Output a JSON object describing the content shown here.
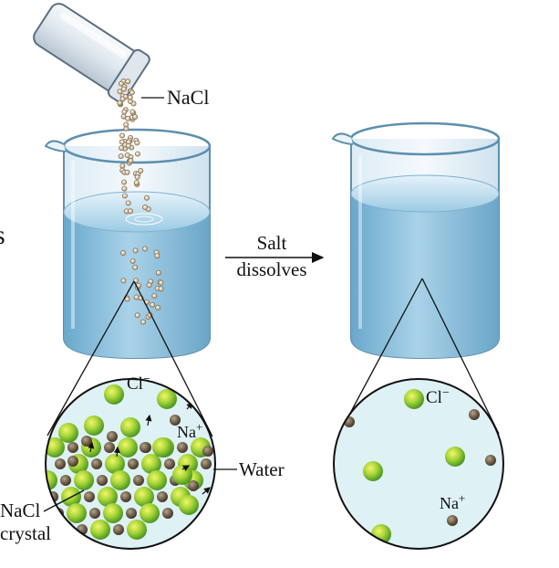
{
  "labels": {
    "nacl_top": "NaCl",
    "arrow_line1": "Salt",
    "arrow_line2": "dissolves",
    "left_chloride": "Cl",
    "left_chloride_charge": "−",
    "left_sodium": "Na",
    "left_sodium_charge": "+",
    "water": "Water",
    "crystal_line1": "NaCl",
    "crystal_line2": "crystal",
    "right_chloride": "Cl",
    "right_chloride_charge": "−",
    "right_sodium": "Na",
    "right_sodium_charge": "+",
    "cut_off_left_glyph": "s"
  },
  "colors": {
    "water": "#bfe0ee",
    "water_deep": "#7fb9d8",
    "glass_edge": "#5d8fae",
    "chloride": "#8fca2b",
    "sodium": "#6b5a45",
    "zoom_bg": "#def1f5"
  }
}
